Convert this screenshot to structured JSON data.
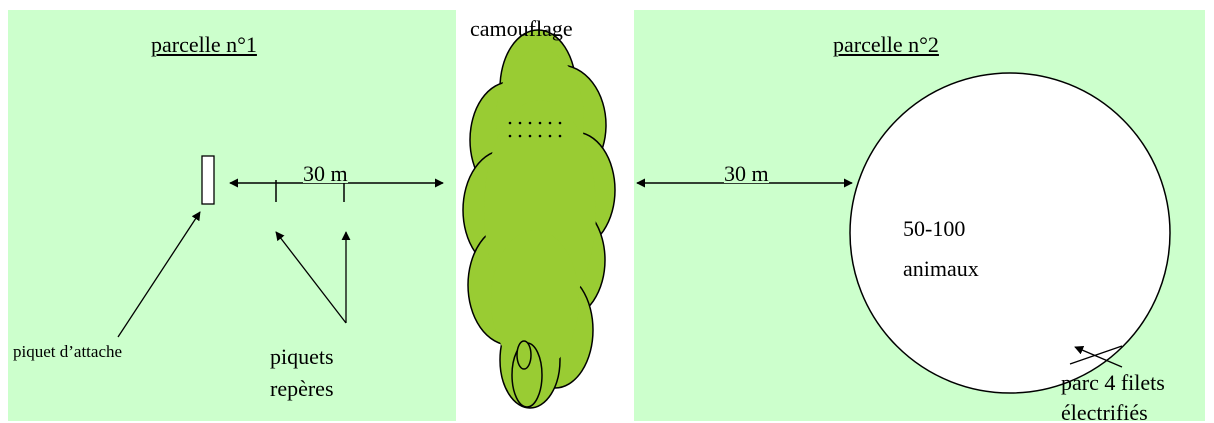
{
  "parcel1": {
    "title": "parcelle n°1"
  },
  "parcel2": {
    "title": "parcelle n°2"
  },
  "camouflage_label": "camouflage",
  "distance_left": "30 m",
  "distance_right": "30 m",
  "labels": {
    "piquet_attache": "piquet d’attache",
    "piquets_line1": "piquets",
    "piquets_line2": "repères",
    "animals_line1": "50-100",
    "animals_line2": "animaux",
    "parc_line1": "parc 4 filets",
    "parc_line2": "électrifiés"
  },
  "colors": {
    "parcel_fill": "#ccffcc",
    "camouflage_fill": "#99cc33"
  }
}
